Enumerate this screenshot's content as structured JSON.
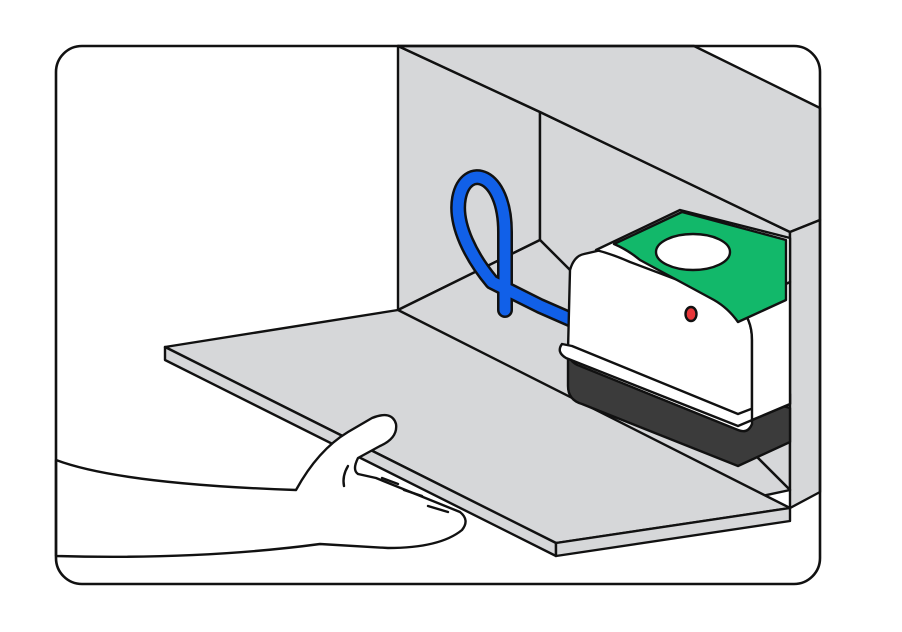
{
  "illustration": {
    "colors": {
      "outline": "#111111",
      "background": "#ffffff",
      "cabinet_gray": "#d6d7d9",
      "hose_blue": "#1160e8",
      "pump_green": "#12b86a",
      "pump_body": "#ffffff",
      "pump_base": "#3b3b3b",
      "indicator_red": "#e8373a"
    },
    "parts": [
      "rounded-frame",
      "hand-and-arm",
      "cabinet-interior",
      "pull-out-shelf",
      "blue-hose",
      "air-pump",
      "pump-green-lid",
      "pump-white-cap",
      "pump-indicator-light",
      "pump-dark-base"
    ]
  }
}
